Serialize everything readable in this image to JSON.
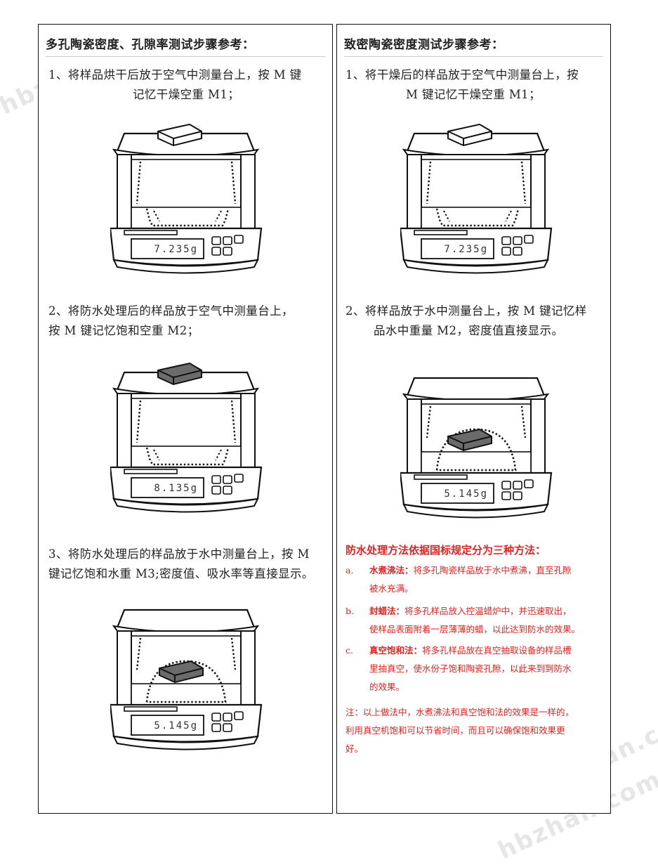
{
  "left": {
    "title": "多孔陶瓷密度、孔隙率测试步骤参考：",
    "step1_line1": "1、将样品烘干后放于空气中测量台上，按 M 键",
    "step1_line2": "记忆干燥空重 M1；",
    "step2_line1": "2、将防水处理后的样品放于空气中测量台上，",
    "step2_line2": "按 M 键记忆饱和空重 M2；",
    "step3_line1": "3、将防水处理后的样品放于水中测量台上，按 M",
    "step3_line2": "键记忆饱和水重 M3;密度值、吸水率等直接显示。",
    "readout1": "7.235g",
    "readout2": "8.135g",
    "readout3": "5.145g"
  },
  "right": {
    "title": "致密陶瓷密度测试步骤参考：",
    "step1_line1": "1、将干燥后的样品放于空气中测量台上，按",
    "step1_line2": "M 键记忆干燥空重 M1；",
    "step2_line1": "2、将样品放于水中测量台上，按 M 键记忆样",
    "step2_line2": "品水中重量 M2，密度值直接显示。",
    "readout1": "7.235g",
    "readout2": "5.145g",
    "methods_title": "防水处理方法依据国标规定分为三种方法：",
    "methods": [
      {
        "letter": "a.",
        "name": "水煮沸法：",
        "text_line1": "将多孔陶瓷样品放于水中煮沸，直至孔隙",
        "text_line2": "被水充满。",
        "text_line3": ""
      },
      {
        "letter": "b.",
        "name": "封蜡法：",
        "text_line1": "将多孔样品放入控温蜡炉中，并迅速取出，",
        "text_line2": "使样品表面附着一层薄薄的蜡，以此达到防水的效果。",
        "text_line3": ""
      },
      {
        "letter": "c.",
        "name": "真空饱和法：",
        "text_line1": "将多孔样品放在真空抽取设备的样品槽",
        "text_line2": "里抽真空，使水份子饱和陶瓷孔隙，以此来到到防水",
        "text_line3": "的效果。"
      }
    ],
    "note_line1": "注：以上做法中，水煮沸法和真空饱和法的效果是一样的，",
    "note_line2": "利用真空机饱和可以节省时间，而且可以确保饱和效果更",
    "note_line3": "好。"
  },
  "colors": {
    "red": "#e81f1f",
    "sample_grey": "#6b6b6b"
  },
  "watermark": "hbzhan.com"
}
